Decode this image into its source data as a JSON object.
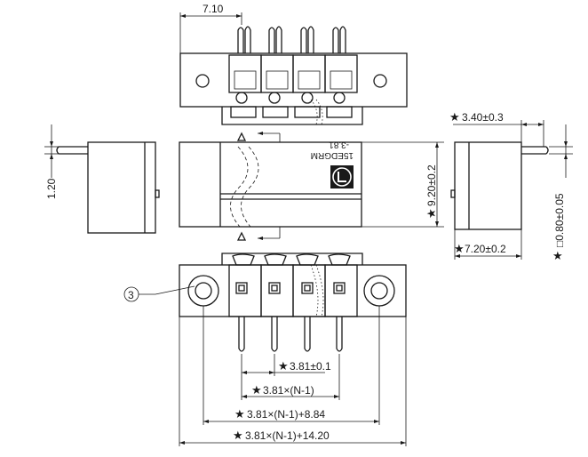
{
  "dimensions": {
    "top_pitch": "7.10",
    "left_height": "1.20",
    "right_width": "3.40±0.3",
    "side_height": "9.20±0.2",
    "side_width": "7.20±0.2",
    "pin_size": "□0.80±0.05",
    "pitch": "3.81±0.1",
    "span_n1": "3.81×(N-1)",
    "span_n1_plus_884": "3.81×(N-1)+8.84",
    "span_n1_plus_1420": "3.81×(N-1)+14.20"
  },
  "labels": {
    "part_code": "15EDGRM",
    "part_suffix": "-3.81",
    "callout_number": "3"
  },
  "icons": {
    "critical_dimension_mark": "★"
  }
}
